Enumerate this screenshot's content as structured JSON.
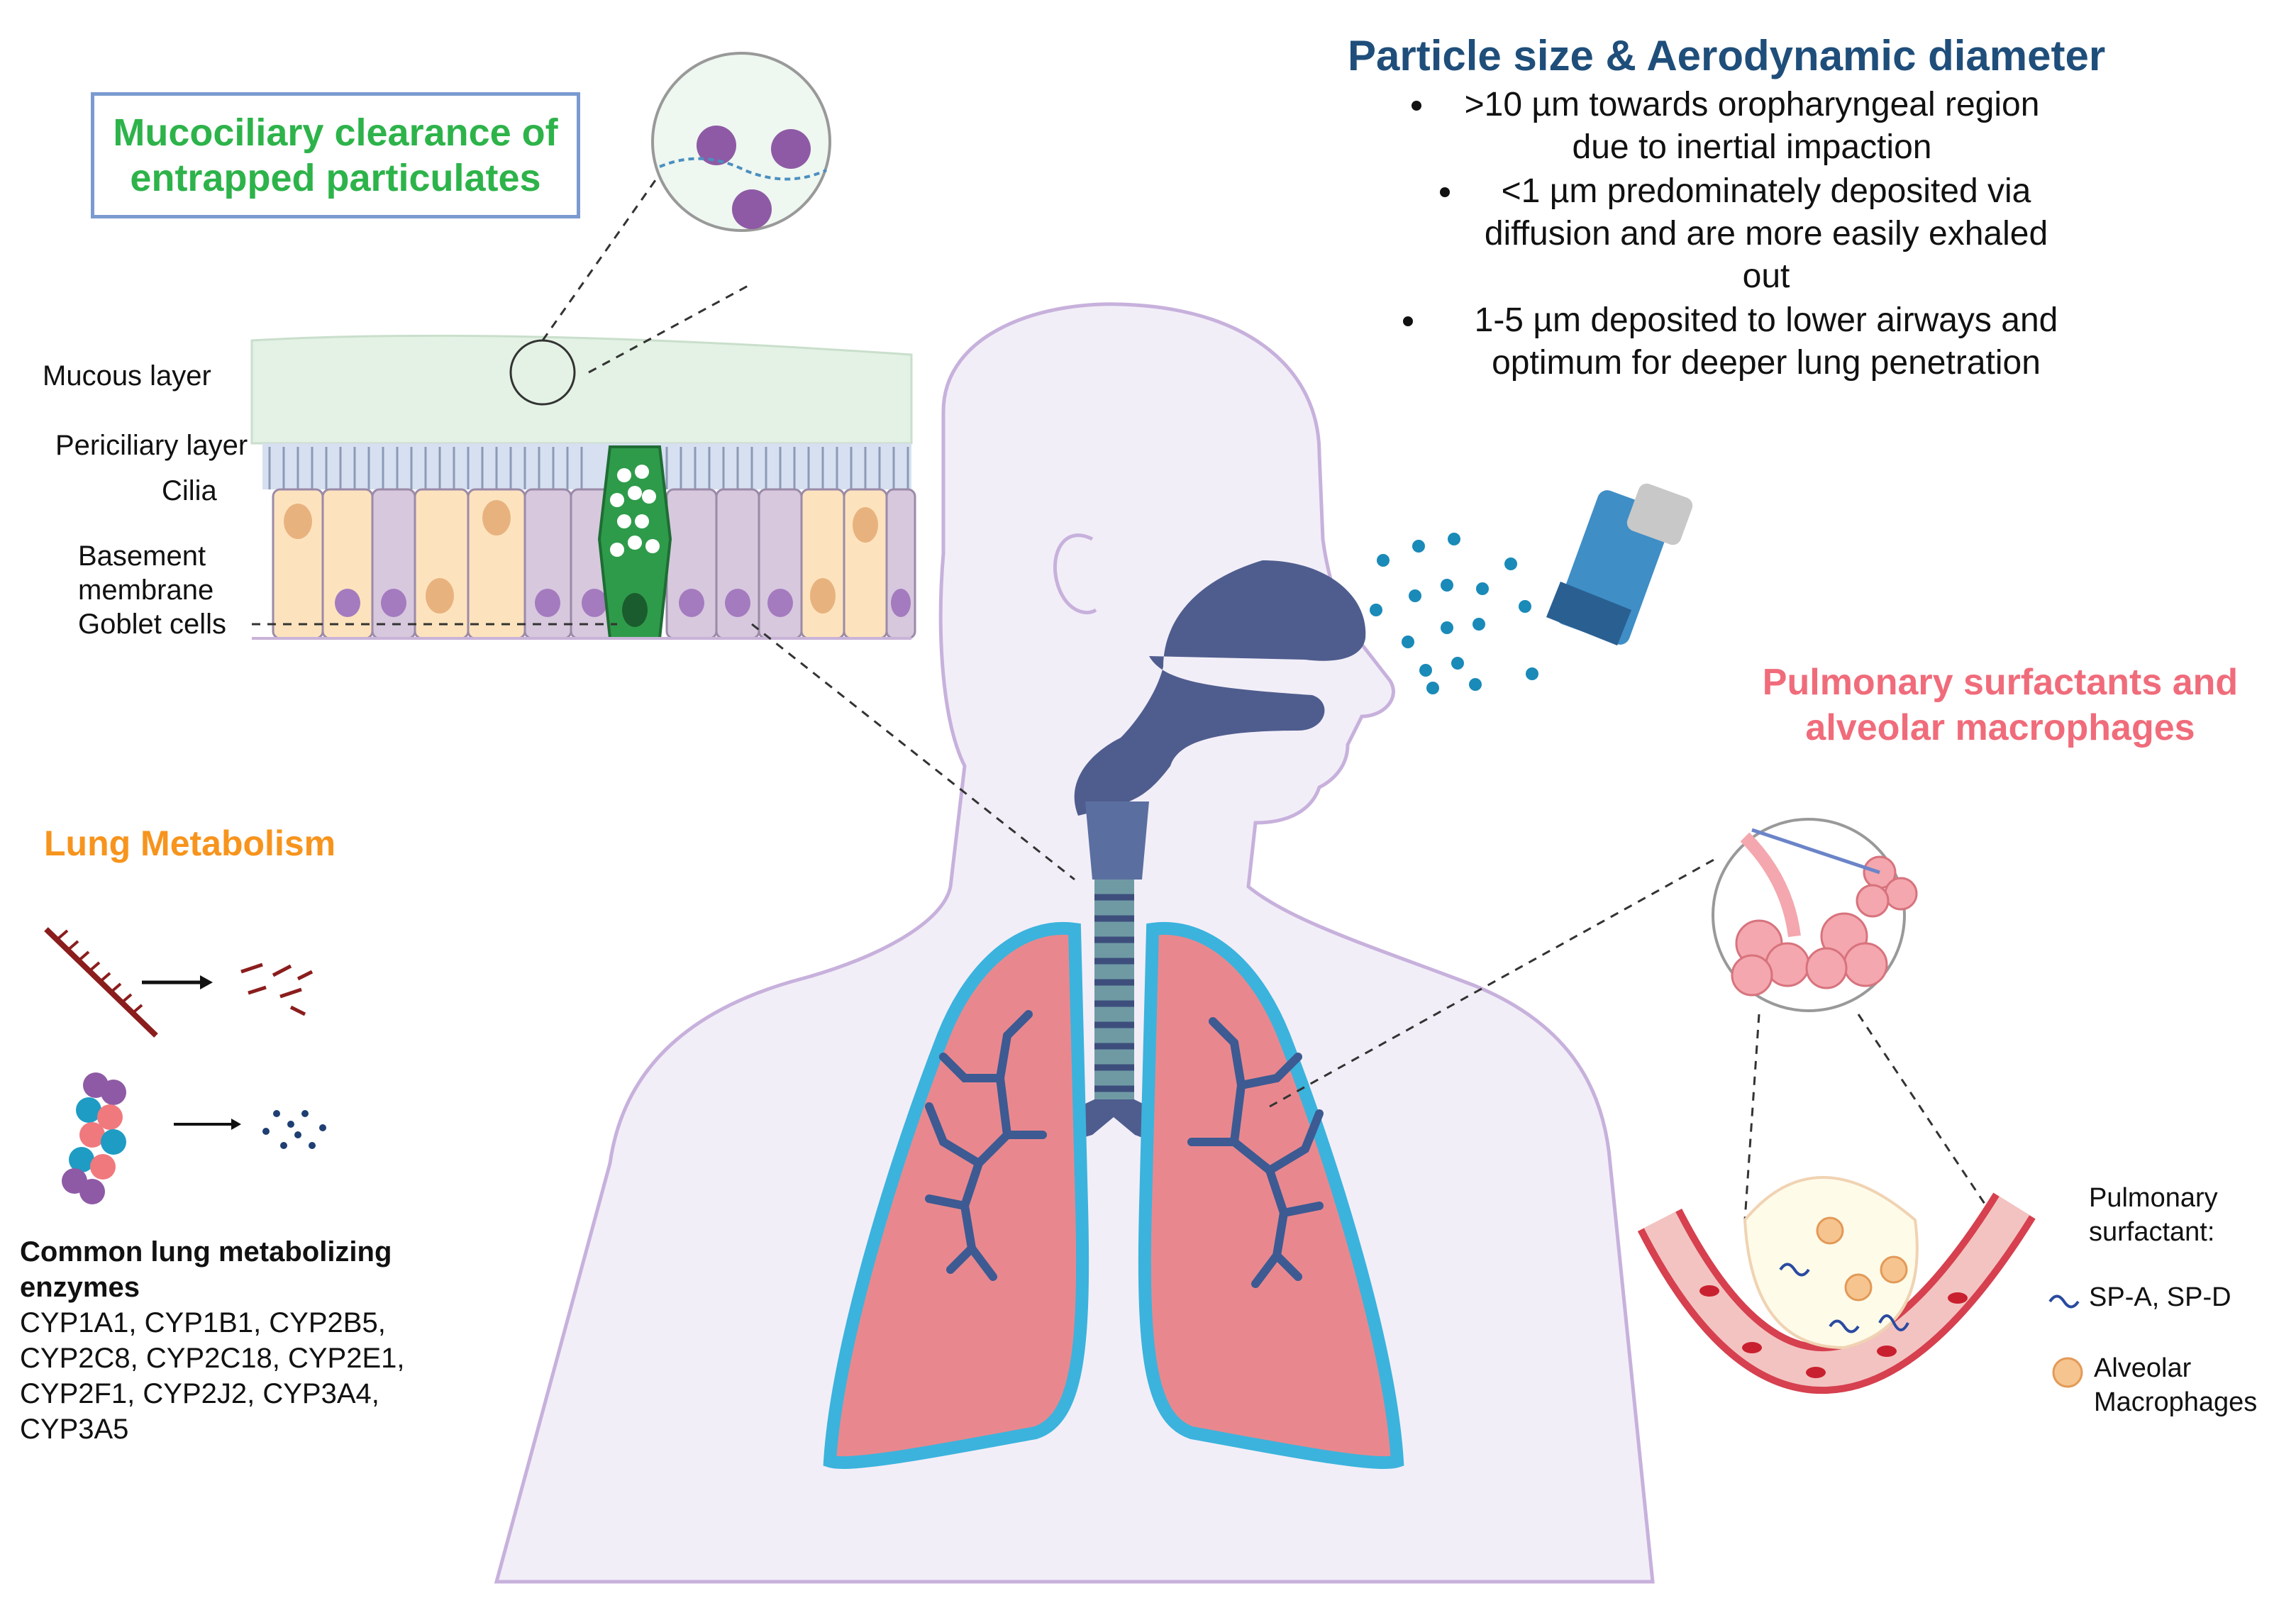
{
  "mucociliary": {
    "box_line1": "Mucociliary clearance of",
    "box_line2": "entrapped particulates",
    "labels": {
      "mucous": "Mucous layer",
      "periciliary": "Periciliary layer",
      "cilia": "Cilia",
      "basement1": "Basement",
      "basement2": "membrane",
      "goblet": "Goblet cells"
    }
  },
  "particle": {
    "title": "Particle size & Aerodynamic diameter",
    "bullets": [
      {
        "line1": ">10 µm towards oropharyngeal region",
        "line2": "due to inertial impaction",
        "line3": ""
      },
      {
        "line1": "<1 µm predominately deposited via",
        "line2": "diffusion and are more easily exhaled",
        "line3": "out"
      },
      {
        "line1": "1-5 µm deposited to lower airways and",
        "line2": "optimum for deeper lung penetration",
        "line3": ""
      }
    ]
  },
  "metabolism": {
    "title": "Lung Metabolism",
    "enzymes_title1": "Common lung metabolizing",
    "enzymes_title2": "enzymes",
    "enzymes_lines": [
      "CYP1A1, CYP1B1,   CYP2B5,",
      "CYP2C8, CYP2C18, CYP2E1,",
      "CYP2F1, CYP2J2,   CYP3A4,",
      "CYP3A5"
    ]
  },
  "surfactants": {
    "title1": "Pulmonary surfactants and",
    "title2": "alveolar macrophages",
    "legend_title1": "Pulmonary",
    "legend_title2": "surfactant:",
    "sp_label": "SP-A, SP-D",
    "macro1": "Alveolar",
    "macro2": "Macrophages"
  },
  "colors": {
    "muco_green": "#2db34a",
    "particle_blue": "#1f4e7a",
    "metabolism_orange": "#f7941d",
    "surfactant_pink": "#f06c7b",
    "lung_pink": "#e8888e",
    "lung_outline": "#3bb3dd",
    "airway_navy": "#4a5a86"
  }
}
